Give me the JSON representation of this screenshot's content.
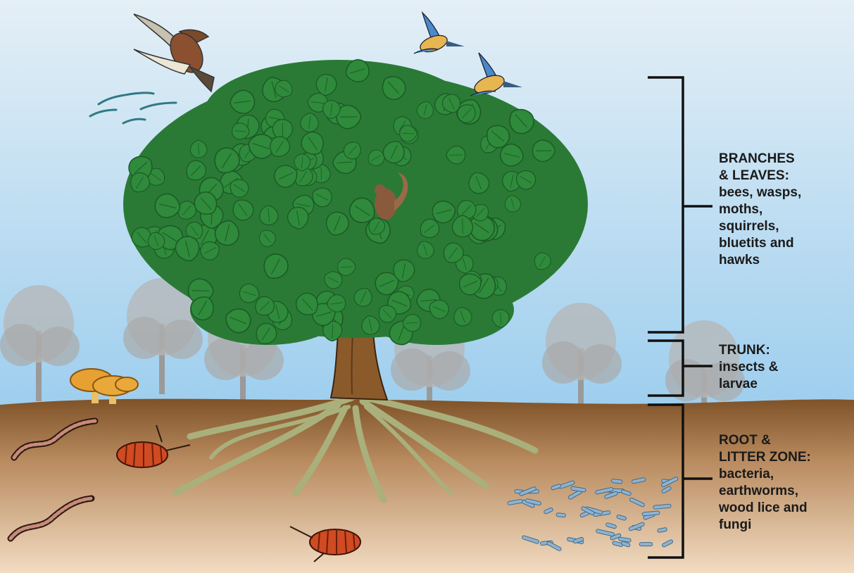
{
  "zones": [
    {
      "id": "branches",
      "lines": [
        "BRANCHES",
        "& LEAVES:",
        "bees, wasps,",
        "moths,",
        "squirrels,",
        "bluetits and",
        "hawks"
      ]
    },
    {
      "id": "trunk",
      "lines": [
        "TRUNK:",
        "insects &",
        "larvae"
      ]
    },
    {
      "id": "root",
      "lines": [
        "ROOT &",
        "LITTER ZONE:",
        "bacteria,",
        "earthworms,",
        "wood lice and",
        "fungi"
      ]
    }
  ],
  "colors": {
    "sky_top": "#dcebf5",
    "sky_bottom": "#9fd0ee",
    "soil_top": "#8a5a2e",
    "soil_bottom": "#f0d8bc",
    "foliage": "#2e8b3f",
    "trunk": "#8b5a2b",
    "roots": "#a8b07a",
    "bracket": "#111111"
  }
}
